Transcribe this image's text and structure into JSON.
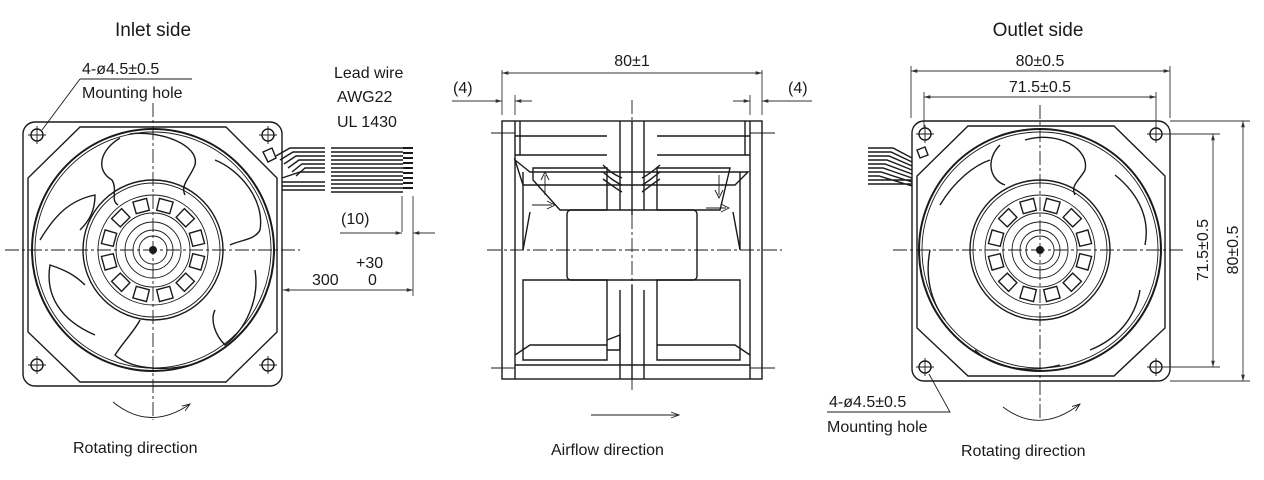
{
  "inlet": {
    "title": "Inlet side",
    "hole_spec": "4-ø4.5±0.5",
    "hole_label": "Mounting hole",
    "lead_wire": [
      "Lead wire",
      "AWG22",
      "UL 1430"
    ],
    "strip_length": "(10)",
    "wire_length": "300",
    "wire_tol_plus": "+30",
    "wire_tol_minus": "0",
    "rotation_label": "Rotating direction"
  },
  "side": {
    "width_dim": "80±1",
    "left_flange": "(4)",
    "right_flange": "(4)",
    "airflow_label": "Airflow direction"
  },
  "outlet": {
    "title": "Outlet side",
    "width_dim": "80±0.5",
    "hole_pitch_dim": "71.5±0.5",
    "height_hole_pitch": "71.5±0.5",
    "height_dim": "80±0.5",
    "hole_spec": "4-ø4.5±0.5",
    "hole_label": "Mounting hole",
    "rotation_label": "Rotating direction"
  }
}
